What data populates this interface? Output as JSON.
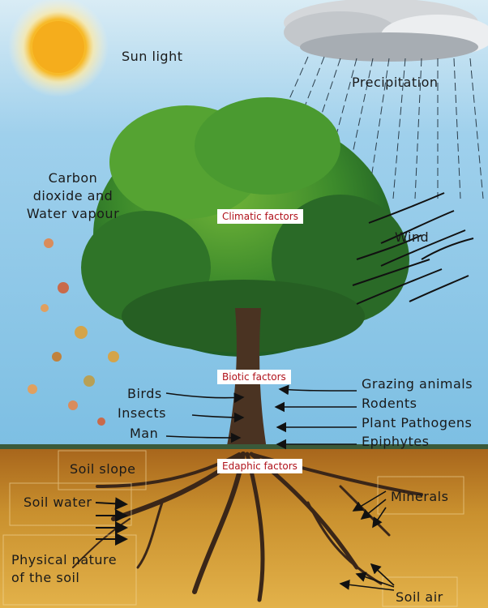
{
  "labels": {
    "sun_light": "Sun light",
    "precipitation": "Precipitation",
    "carbon_water": "Carbon\ndioxide and\nWater vapour",
    "wind": "Wind",
    "birds": "Birds",
    "insects": "Insects",
    "man": "Man",
    "grazing": "Grazing animals",
    "rodents": "Rodents",
    "pathogens": "Plant Pathogens",
    "epiphytes": "Epiphytes",
    "soil_slope": "Soil slope",
    "soil_water": "Soil water",
    "minerals": "Minerals",
    "physical_nature": "Physical nature\nof the soil",
    "soil_air": "Soil air"
  },
  "factors": {
    "climatic": "Climatic factors",
    "biotic": "Biotic factors",
    "edaphic": "Edaphic factors"
  },
  "colors": {
    "factor_text": "#b0121b",
    "sky_top": "#8fc7e8",
    "soil": "#c98e2a"
  }
}
